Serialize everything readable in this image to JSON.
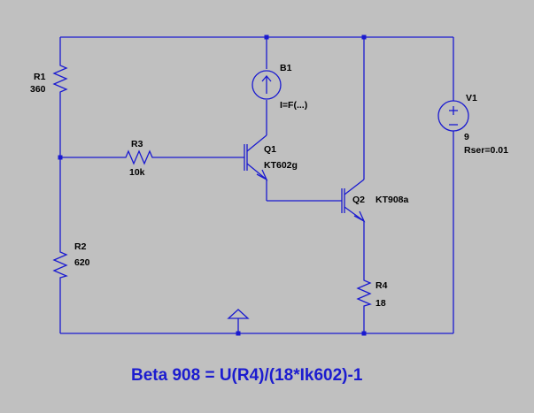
{
  "components": {
    "r1": {
      "name": "R1",
      "value": "360"
    },
    "r2": {
      "name": "R2",
      "value": "620"
    },
    "r3": {
      "name": "R3",
      "value": "10k"
    },
    "r4": {
      "name": "R4",
      "value": "18"
    },
    "b1": {
      "name": "B1",
      "value": "I=F(...)"
    },
    "q1": {
      "name": "Q1",
      "value": "KT602g"
    },
    "q2": {
      "name": "Q2",
      "value": "KT908a"
    },
    "v1": {
      "name": "V1",
      "value": "9",
      "extra": "Rser=0.01"
    }
  },
  "formula": "Beta 908 = U(R4)/(18*Ik602)-1",
  "colors": {
    "background": "#c0c0c0",
    "wire": "#1a1ad0",
    "formula": "#1c1ccf",
    "label": "#000000"
  }
}
